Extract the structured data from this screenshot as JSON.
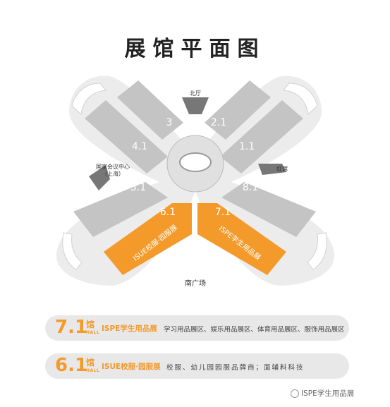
{
  "title": "展馆平面图",
  "map": {
    "halls": [
      {
        "id": "3",
        "label": "3"
      },
      {
        "id": "2.1",
        "label": "2.1"
      },
      {
        "id": "4.1",
        "label": "4.1"
      },
      {
        "id": "1.1",
        "label": "1.1"
      },
      {
        "id": "5.1",
        "label": "5.1"
      },
      {
        "id": "8.1",
        "label": "8.1"
      },
      {
        "id": "6.1",
        "label": "6.1",
        "exhibit": "ISUE校服·园服展"
      },
      {
        "id": "7.1",
        "label": "7.1",
        "exhibit": "ISPE学生用品展"
      }
    ],
    "places": {
      "north_hall": "北厅",
      "ncc_line1": "国家会议中心",
      "ncc_line2": "（上海）",
      "hongguan": "虹馆",
      "south_plaza": "南广场"
    },
    "colors": {
      "highlight": "#f39a2b",
      "hall": "#c4c4c4",
      "ground": "#ececec"
    }
  },
  "legend": [
    {
      "hall": "7.1",
      "guan": "馆",
      "hall_en": "HALL",
      "name": "ISPE学生用品展",
      "desc": "学习用品展区、娱乐用品展区、体育用品展区、服饰用品展区"
    },
    {
      "hall": "6.1",
      "guan": "馆",
      "hall_en": "HALL",
      "name": "ISUE校服·园服展",
      "desc": "校服、幼儿园园服品牌商；面辅料科技"
    }
  ],
  "watermark": "ISPE学生用品展"
}
